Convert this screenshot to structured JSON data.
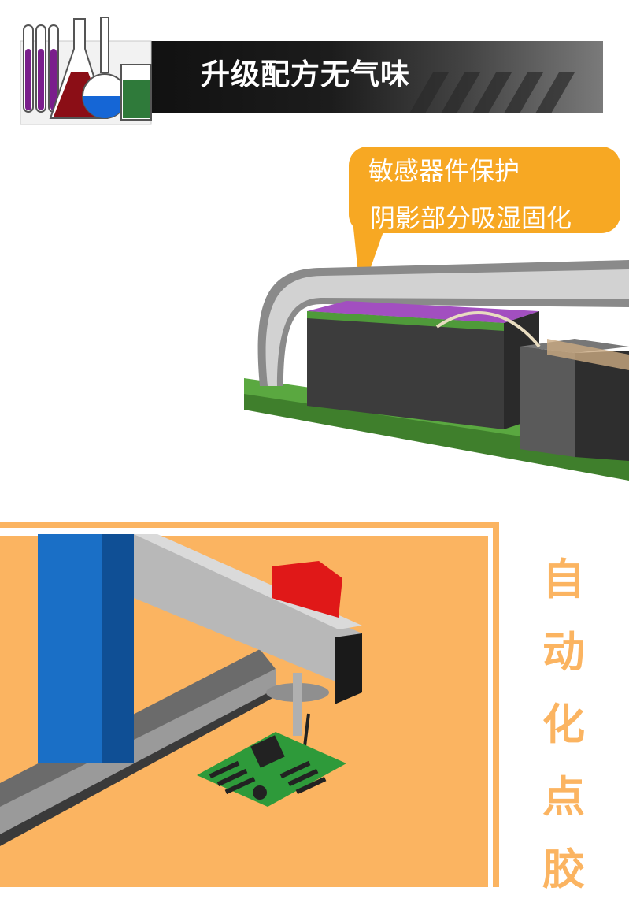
{
  "banner": {
    "title": "升级配方无气味"
  },
  "callout": {
    "lines": [
      "敏感器件保护",
      "阴影部分吸湿固化"
    ]
  },
  "section2": {
    "vertical_title_chars": [
      "自",
      "动",
      "化",
      "点",
      "胶"
    ]
  },
  "colors": {
    "accent_orange": "#fbb461",
    "callout_orange": "#f7a823",
    "banner_dark": "#111111",
    "pcb_green": "#4f9a3a",
    "chip_purple": "#a24fc0",
    "robot_blue": "#1a73c9",
    "robot_red": "#e01818"
  },
  "icons": [
    "lab-glassware-icon"
  ]
}
